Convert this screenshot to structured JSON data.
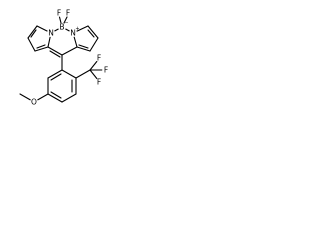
{
  "molecule": {
    "atoms": {
      "fluorine_1": "F",
      "fluorine_2": "F",
      "boron": "B",
      "boron_charge": "−",
      "nitrogen_left": "N",
      "nitrogen_right": "N",
      "nitrogen_right_charge": "+",
      "oxygen": "O",
      "cf3_fluorine_1": "F",
      "cf3_fluorine_2": "F",
      "cf3_fluorine_3": "F"
    }
  }
}
